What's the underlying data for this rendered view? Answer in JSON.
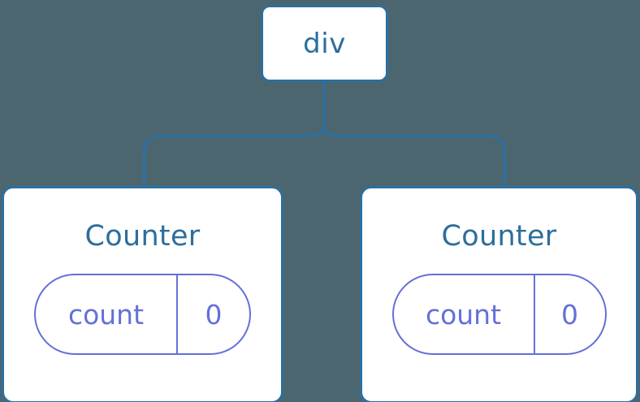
{
  "diagram": {
    "type": "component-tree",
    "background_color": "#4c6670",
    "node_fill": "#ffffff",
    "node_stroke": "#2d6f9e",
    "node_text_color": "#2c6e9b",
    "state_stroke": "#6370d8",
    "state_text_color": "#6370d8",
    "connector_color": "#2d6f9e"
  },
  "root": {
    "label": "div"
  },
  "children": [
    {
      "title": "Counter",
      "state": {
        "key": "count",
        "value": "0"
      }
    },
    {
      "title": "Counter",
      "state": {
        "key": "count",
        "value": "0"
      }
    }
  ]
}
